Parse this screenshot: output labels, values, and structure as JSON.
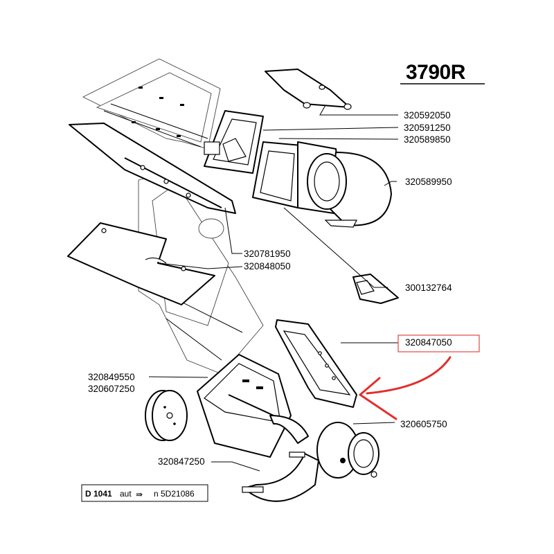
{
  "title": "3790R",
  "footer": {
    "code": "D 1041",
    "text": "aut",
    "arrow": "⇛",
    "suffix": "n  5D21086"
  },
  "part_numbers": [
    "320592050",
    "320591250",
    "320589850",
    "320589950",
    "320781950",
    "320848050",
    "300132764",
    "320847050",
    "320849550",
    "320607250",
    "320605750",
    "320847250"
  ],
  "highlight": {
    "part": "320847050",
    "box_color": "#e04545",
    "arrow_color": "#e0302e"
  }
}
